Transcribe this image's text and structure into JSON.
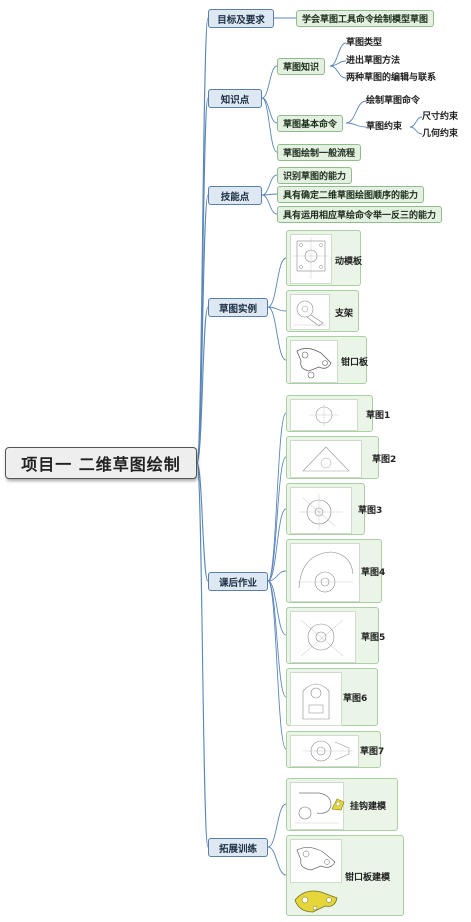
{
  "root": {
    "title": "项目一   二维草图绘制"
  },
  "branches": {
    "goals": {
      "label": "目标及要求",
      "items": [
        "学会草图工具命令绘制模型草图"
      ]
    },
    "knowledge": {
      "label": "知识点",
      "sketch_knowledge": {
        "label": "草图知识",
        "items": [
          "草图类型",
          "进出草图方法",
          "两种草图的编辑与联系"
        ]
      },
      "basic_commands": {
        "label": "草图基本命令",
        "draw": "绘制草图命令",
        "constraint": "草图约束",
        "constraint_items": [
          "尺寸约束",
          "几何约束"
        ]
      },
      "flow": {
        "label": "草图绘制一般流程"
      }
    },
    "skills": {
      "label": "技能点",
      "items": [
        "识别草图的能力",
        "具有确定二维草图绘图顺序的能力",
        "具有运用相应草绘命令举一反三的能力"
      ]
    },
    "examples": {
      "label": "草图实例",
      "items": [
        "动模板",
        "支架",
        "钳口板"
      ]
    },
    "homework": {
      "label": "课后作业",
      "items": [
        "草图1",
        "草图2",
        "草图3",
        "草图4",
        "草图5",
        "草图6",
        "草图7"
      ]
    },
    "extension": {
      "label": "拓展训练",
      "items": [
        "挂钩建模",
        "钳口板建模"
      ]
    }
  },
  "colors": {
    "line": "#5a86b8",
    "level1_fill": "#dde8f2",
    "level2_fill": "#e4f0e2",
    "card_fill": "#eaf4e7",
    "model_yellow": "#e7d63a"
  }
}
